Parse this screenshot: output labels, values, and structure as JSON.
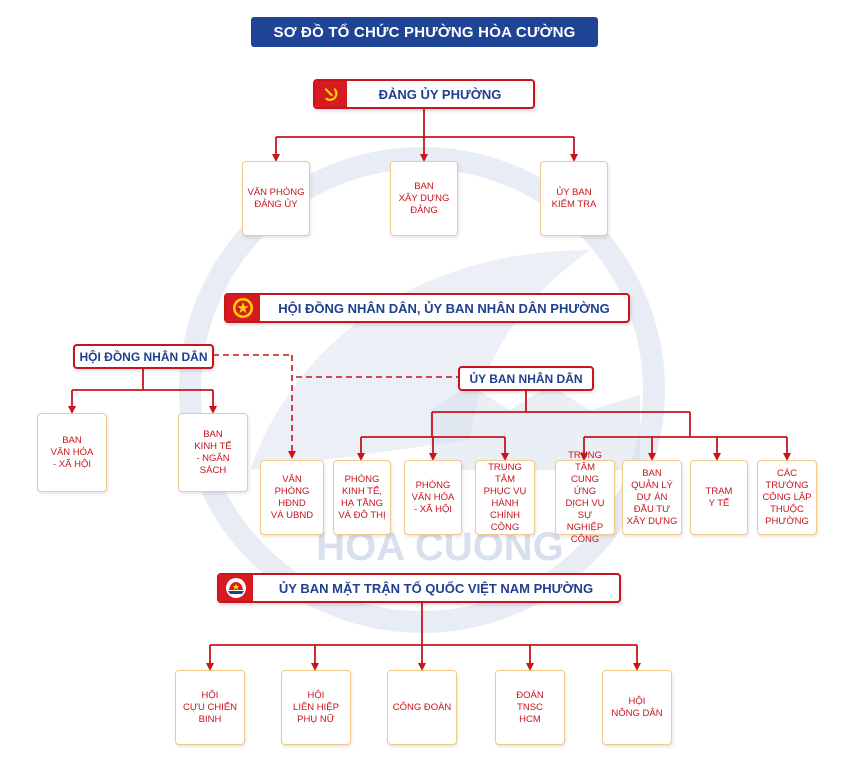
{
  "title": "SƠ ĐỒ TỔ CHỨC PHƯỜNG HÒA CƯỜNG",
  "watermark_text": "HOA CUONG",
  "colors": {
    "navy": "#1f4496",
    "red": "#c8141e",
    "box_border": "#f2c98a",
    "emblem_red": "#d71920",
    "watermark": "#c9d3e6"
  },
  "party": {
    "header": "ĐẢNG ỦY PHƯỜNG",
    "emblem_icon": "hammer-sickle-icon",
    "units": [
      "VĂN PHÒNG\nĐẢNG ỦY",
      "BAN\nXÂY DỰNG\nĐẢNG",
      "ỦY BAN\nKIỂM TRA"
    ]
  },
  "council": {
    "header": "HỘI ĐỒNG NHÂN DÂN, ỦY BAN NHÂN DÂN PHƯỜNG",
    "emblem_icon": "national-emblem-icon",
    "hdnd": {
      "label": "HỘI ĐỒNG NHÂN DÂN",
      "units": [
        "BAN\nVĂN HÓA\n- XÃ HỘI",
        "BAN\nKINH TẾ\n- NGÂN SÁCH"
      ]
    },
    "ubnd": {
      "label": "ỦY BAN NHÂN DÂN",
      "joint_office": "VĂN PHÒNG\nHĐND\nVÀ UBND",
      "departments": [
        "PHÒNG\nKINH TẾ,\nHẠ TẦNG\nVÀ ĐÔ THỊ",
        "PHÒNG\nVĂN HÓA\n- XÃ HỘI",
        "TRUNG TÂM\nPHỤC VỤ\nHÀNH\nCHÍNH\nCÔNG"
      ],
      "units": [
        "TRUNG TÂM\nCUNG ỨNG\nDỊCH VỤ\nSỰ NGHIỆP\nCÔNG",
        "BAN\nQUẢN LÝ\nDỰ ÁN\nĐẦU TƯ\nXÂY DỰNG",
        "TRẠM\nY TẾ",
        "CÁC\nTRƯỜNG\nCÔNG LẬP\nTHUỘC\nPHƯỜNG"
      ]
    }
  },
  "front": {
    "header": "ỦY BAN MẶT TRẬN TỔ QUỐC VIỆT NAM PHƯỜNG",
    "emblem_icon": "front-emblem-icon",
    "units": [
      "HỘI\nCỰU CHIẾN\nBINH",
      "HỘI\nLIÊN HIỆP\nPHỤ NỮ",
      "CÔNG ĐOÀN",
      "ĐOÀN\nTNSC\nHCM",
      "HỘI\nNÔNG DÂN"
    ]
  }
}
